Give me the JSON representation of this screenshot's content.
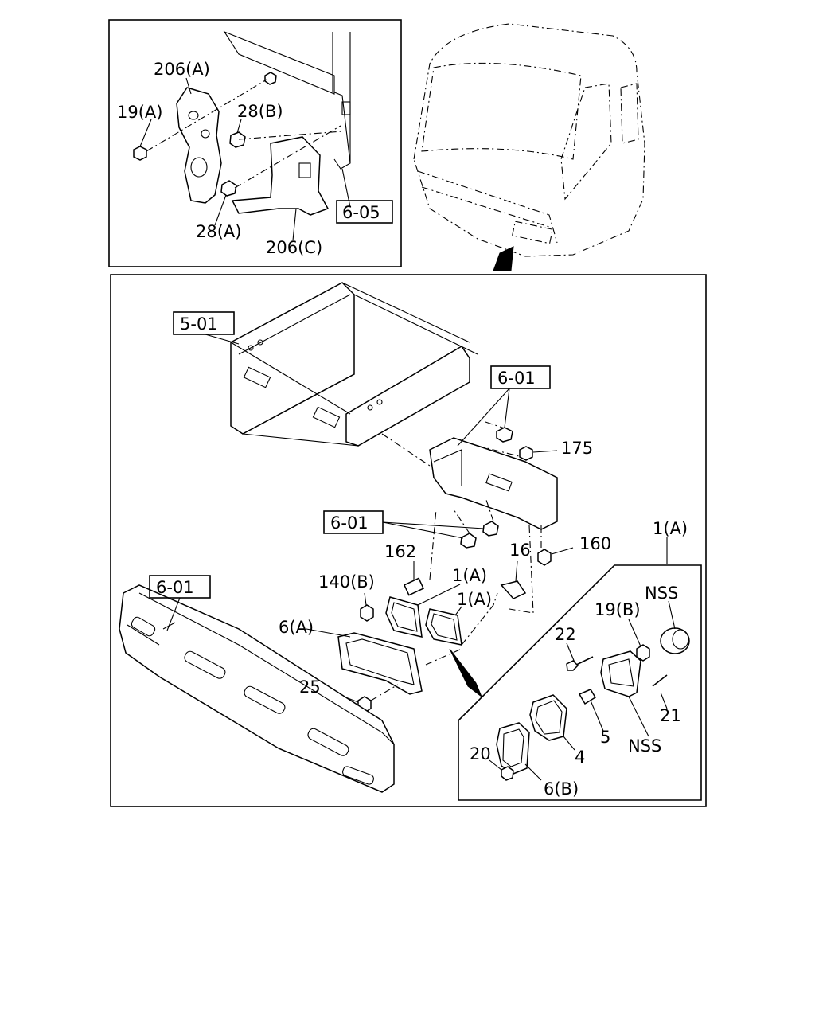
{
  "inset_labels": {
    "bracket_a": "206(A)",
    "nut_a": "19(A)",
    "bolt_b": "28(B)",
    "bolt_a": "28(A)",
    "bracket_c": "206(C)",
    "ref_cab": "6-05"
  },
  "main_labels": {
    "ref_frame": "5-01",
    "ref_bracket_top": "6-01",
    "nut_175": "175",
    "ref_bolts": "6-01",
    "bolt_160": "160",
    "bolt_162": "162",
    "clip_16": "16",
    "nut_140b": "140(B)",
    "lamp_1a_left": "1(A)",
    "lamp_1a_right": "1(A)",
    "bezel_6a": "6(A)",
    "screw_25": "25",
    "ref_bumper": "6-01",
    "lamp_1a_detail": "1(A)"
  },
  "detail_labels": {
    "nss_top": "NSS",
    "nut_19b": "19(B)",
    "screw_22": "22",
    "screw_21": "21",
    "bulb_5": "5",
    "lens_4": "4",
    "nss_bottom": "NSS",
    "bolt_20": "20",
    "bezel_6b": "6(B)"
  }
}
